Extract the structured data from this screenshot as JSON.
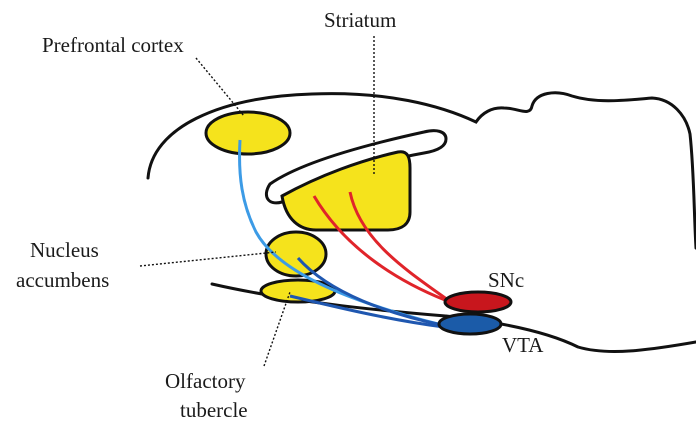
{
  "diagram": {
    "title": "",
    "labels": {
      "prefrontal_cortex": "Prefrontal cortex",
      "striatum": "Striatum",
      "nucleus_accumbens_line1": "Nucleus",
      "nucleus_accumbens_line2": "accumbens",
      "olfactory_tubercle_line1": "Olfactory",
      "olfactory_tubercle_line2": "tubercle",
      "snc": "SNc",
      "vta": "VTA"
    },
    "colors": {
      "region_fill": "#f5e31c",
      "outline": "#111111",
      "snc_fill": "#c8161d",
      "vta_fill": "#1b5ba8",
      "pathway_red": "#e0242a",
      "pathway_blue": "#1f57b0",
      "pathway_lightblue": "#3c9be6"
    },
    "regions": [
      "prefrontal-cortex",
      "striatum",
      "nucleus-accumbens",
      "olfactory-tubercle",
      "snc",
      "vta"
    ],
    "pathways": [
      {
        "from": "SNc",
        "to": "Striatum",
        "color": "red"
      },
      {
        "from": "VTA",
        "to": "Nucleus accumbens",
        "color": "blue"
      },
      {
        "from": "VTA",
        "to": "Olfactory tubercle",
        "color": "blue"
      },
      {
        "from": "VTA",
        "to": "Prefrontal cortex",
        "color": "lightblue"
      }
    ]
  }
}
